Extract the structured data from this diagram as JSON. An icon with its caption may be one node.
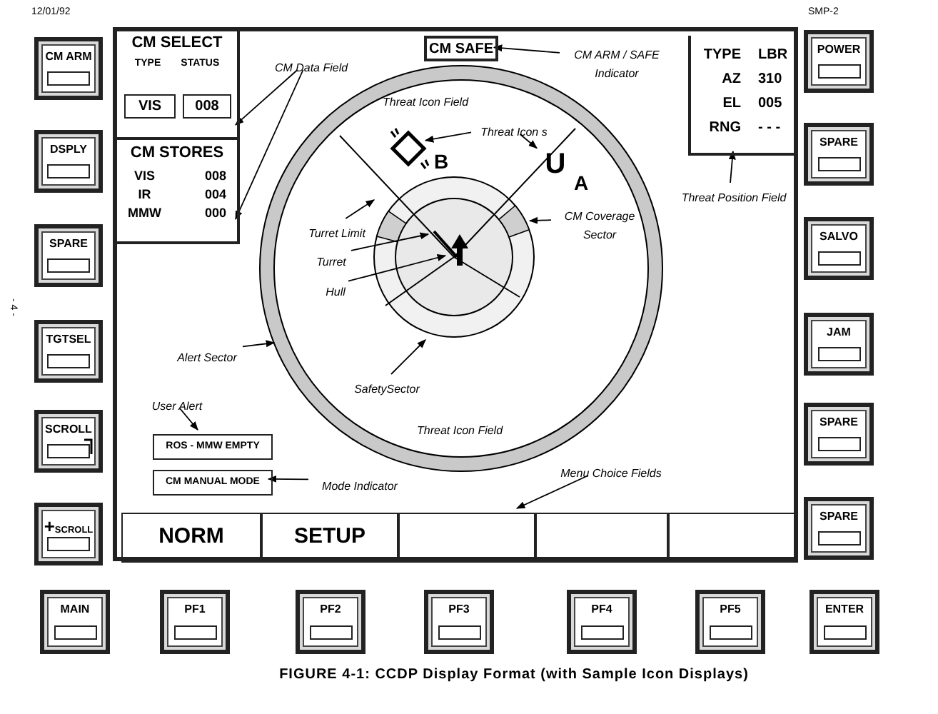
{
  "diagram": {
    "caption": "FIGURE 4-1:  CCDP Display Format (with Sample Icon Displays)",
    "nodes": [
      {
        "text": [],
        "shape": "box"
      },
      {
        "text": [
          "CM SELECT",
          "TYPE",
          "STATUS"
        ],
        "in": 0
      },
      {
        "text": [
          "VIS"
        ],
        "in": 1
      },
      {
        "text": [
          "008"
        ],
        "in": 1
      },
      {
        "text": [
          "CM STORES",
          "VIS",
          "008",
          "IR",
          "004",
          "MMW",
          "000"
        ],
        "in": 0
      },
      {
        "text": [
          "CM SAFE"
        ],
        "in": 0
      },
      {
        "text": [
          "TYPE",
          "LBR",
          "AZ",
          "310",
          "EL",
          "005",
          "RNG",
          "- - -"
        ],
        "in": 0
      },
      {
        "text": [],
        "shape": "diamond",
        "beside": [
          "B"
        ],
        "in": 0
      },
      {
        "text": [
          "U"
        ],
        "beside": [
          "A"
        ],
        "in": 0
      },
      {
        "text": [
          "ROS - MMW EMPTY"
        ],
        "in": 0
      },
      {
        "text": [
          "CM MANUAL MODE"
        ],
        "in": 0
      },
      {
        "text": [
          "NORM"
        ],
        "in": 0
      },
      {
        "text": [
          "SETUP"
        ],
        "in": 0
      },
      {
        "text": [],
        "shape": "box",
        "in": 0
      },
      {
        "text": [],
        "shape": "box",
        "in": 0
      },
      {
        "text": [],
        "shape": "box",
        "in": 0
      },
      {
        "text": [
          "CM Data Field"
        ],
        "in": 0
      },
      {
        "text": [
          "CM ARM / SAFE Indicator"
        ],
        "in": 0
      },
      {
        "text": [
          "Threat Icon s"
        ],
        "in": 0
      },
      {
        "text": [
          "Turret Limit"
        ],
        "in": 0
      },
      {
        "text": [
          "Turret"
        ],
        "in": 0
      },
      {
        "text": [
          "Hull"
        ],
        "in": 0
      },
      {
        "text": [
          "CM Coverage Sector"
        ],
        "in": 0
      },
      {
        "text": [
          "Alert Sector"
        ],
        "in": 0
      },
      {
        "text": [
          "SafetySector"
        ],
        "in": 0
      },
      {
        "text": [
          "User Alert"
        ],
        "in": 0
      },
      {
        "text": [
          "Mode Indicator"
        ],
        "in": 0
      },
      {
        "text": [
          "Threat Position Field"
        ],
        "in": 0
      },
      {
        "text": [
          "Menu Choice Fields"
        ],
        "in": 0
      },
      {
        "text": [
          "CM ARM"
        ]
      },
      {
        "text": [
          "DSPLY"
        ]
      },
      {
        "text": [
          "SPARE"
        ]
      },
      {
        "text": [
          "TGTSEL"
        ]
      },
      {
        "text": [
          "SCROLL"
        ]
      },
      {
        "text": [
          "+",
          "SCROLL"
        ]
      },
      {
        "text": [
          "POWER"
        ]
      },
      {
        "text": [
          "SPARE"
        ]
      },
      {
        "text": [
          "SALVO"
        ]
      },
      {
        "text": [
          "JAM"
        ]
      },
      {
        "text": [
          "SPARE"
        ]
      },
      {
        "text": [
          "SPARE"
        ]
      },
      {
        "text": [
          "MAIN"
        ]
      },
      {
        "text": [
          "PF1"
        ]
      },
      {
        "text": [
          "PF2"
        ]
      },
      {
        "text": [
          "PF3"
        ]
      },
      {
        "text": [
          "PF4"
        ]
      },
      {
        "text": [
          "PF5"
        ]
      },
      {
        "text": [
          "ENTER"
        ]
      },
      {
        "text": [],
        "shape": "sector",
        "in": 0
      }
    ],
    "edges": [
      {
        "from": 16,
        "to": 1,
        "arrow": "to"
      },
      {
        "from": 16,
        "to": 4,
        "arrow": "to"
      },
      {
        "from": 17,
        "to": 5,
        "arrow": "to"
      },
      {
        "from": 18,
        "to": 7,
        "arrow": "to"
      },
      {
        "from": 18,
        "to": 8,
        "arrow": "to"
      },
      {
        "from": 19,
        "to": null,
        "arrow": "to"
      },
      {
        "from": 20,
        "to": null,
        "arrow": "to"
      },
      {
        "from": 21,
        "to": null,
        "arrow": "to"
      },
      {
        "from": 22,
        "to": 48,
        "arrow": "to"
      },
      {
        "from": 23,
        "to": null,
        "arrow": "to"
      },
      {
        "from": 24,
        "to": null,
        "arrow": "to"
      },
      {
        "from": 25,
        "to": 9,
        "arrow": "to"
      },
      {
        "from": 26,
        "to": 10,
        "arrow": "to"
      },
      {
        "from": 27,
        "to": 6,
        "arrow": "to"
      },
      {
        "from": 28,
        "to": 13,
        "arrow": "to"
      }
    ],
    "labels": [
      "12/01/92",
      "SMP-2",
      "- 4 -",
      "Threat Icon Field",
      "Threat Icon Field"
    ]
  }
}
